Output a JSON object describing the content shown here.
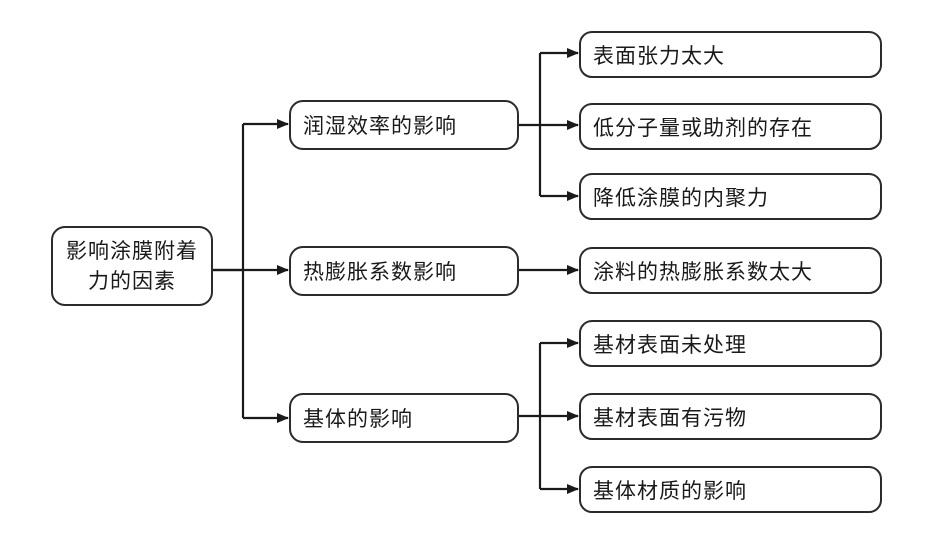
{
  "diagram": {
    "root": {
      "line1": "影响涂膜附着",
      "line2": "力的因素"
    },
    "branches": [
      {
        "label": "润湿效率的影响",
        "leaves": [
          "表面张力太大",
          "低分子量或助剂的存在",
          "降低涂膜的内聚力"
        ]
      },
      {
        "label": "热膨胀系数影响",
        "leaves": [
          "涂料的热膨胀系数太大"
        ]
      },
      {
        "label": "基体的影响",
        "leaves": [
          "基材表面未处理",
          "基材表面有污物",
          "基体材质的影响"
        ]
      }
    ]
  }
}
